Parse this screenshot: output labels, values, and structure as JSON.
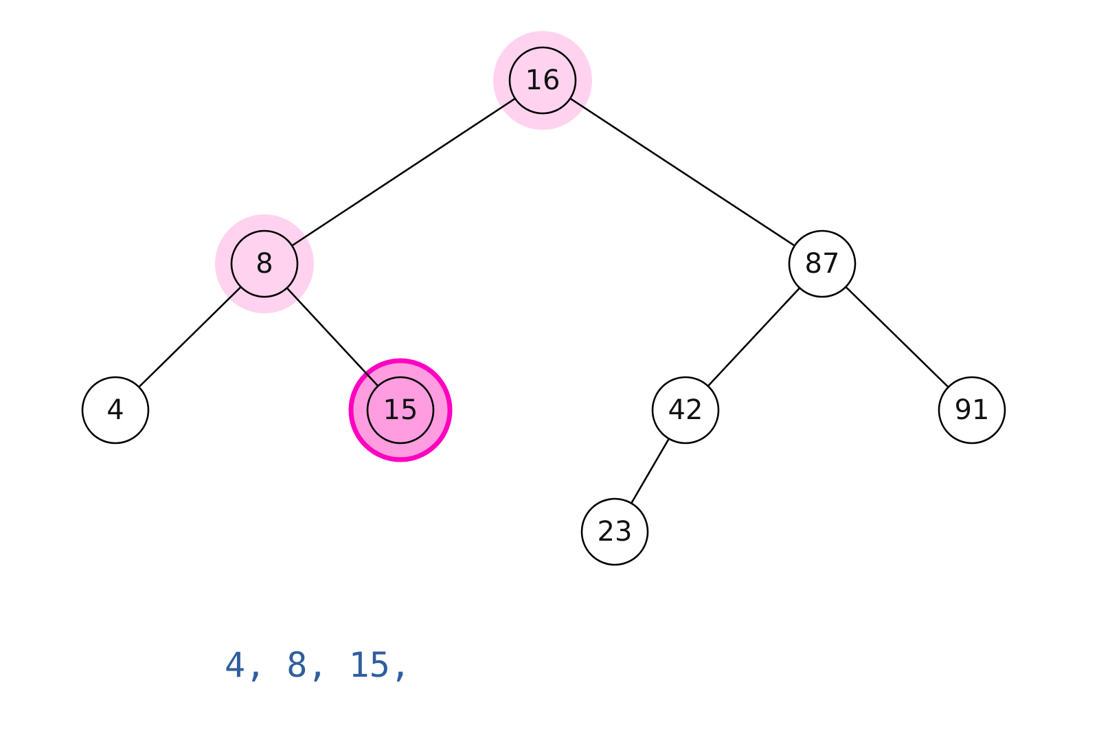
{
  "tree": {
    "nodes": [
      {
        "id": "n16",
        "label": "16",
        "state": "ancestor"
      },
      {
        "id": "n8",
        "label": "8",
        "state": "ancestor"
      },
      {
        "id": "n87",
        "label": "87",
        "state": "normal"
      },
      {
        "id": "n4",
        "label": "4",
        "state": "normal"
      },
      {
        "id": "n15",
        "label": "15",
        "state": "current"
      },
      {
        "id": "n42",
        "label": "42",
        "state": "normal"
      },
      {
        "id": "n91",
        "label": "91",
        "state": "normal"
      },
      {
        "id": "n23",
        "label": "23",
        "state": "normal"
      }
    ],
    "edges": [
      [
        "n16",
        "n8"
      ],
      [
        "n16",
        "n87"
      ],
      [
        "n8",
        "n4"
      ],
      [
        "n8",
        "n15"
      ],
      [
        "n87",
        "n42"
      ],
      [
        "n87",
        "n91"
      ],
      [
        "n42",
        "n23"
      ]
    ]
  },
  "output": {
    "text": "4, 8, 15,"
  },
  "colors": {
    "ancestor_halo": "#ffd3ef",
    "current_fill": "#ff9de0",
    "current_ring": "#ff00c0",
    "output_text": "#2f5e9f"
  }
}
